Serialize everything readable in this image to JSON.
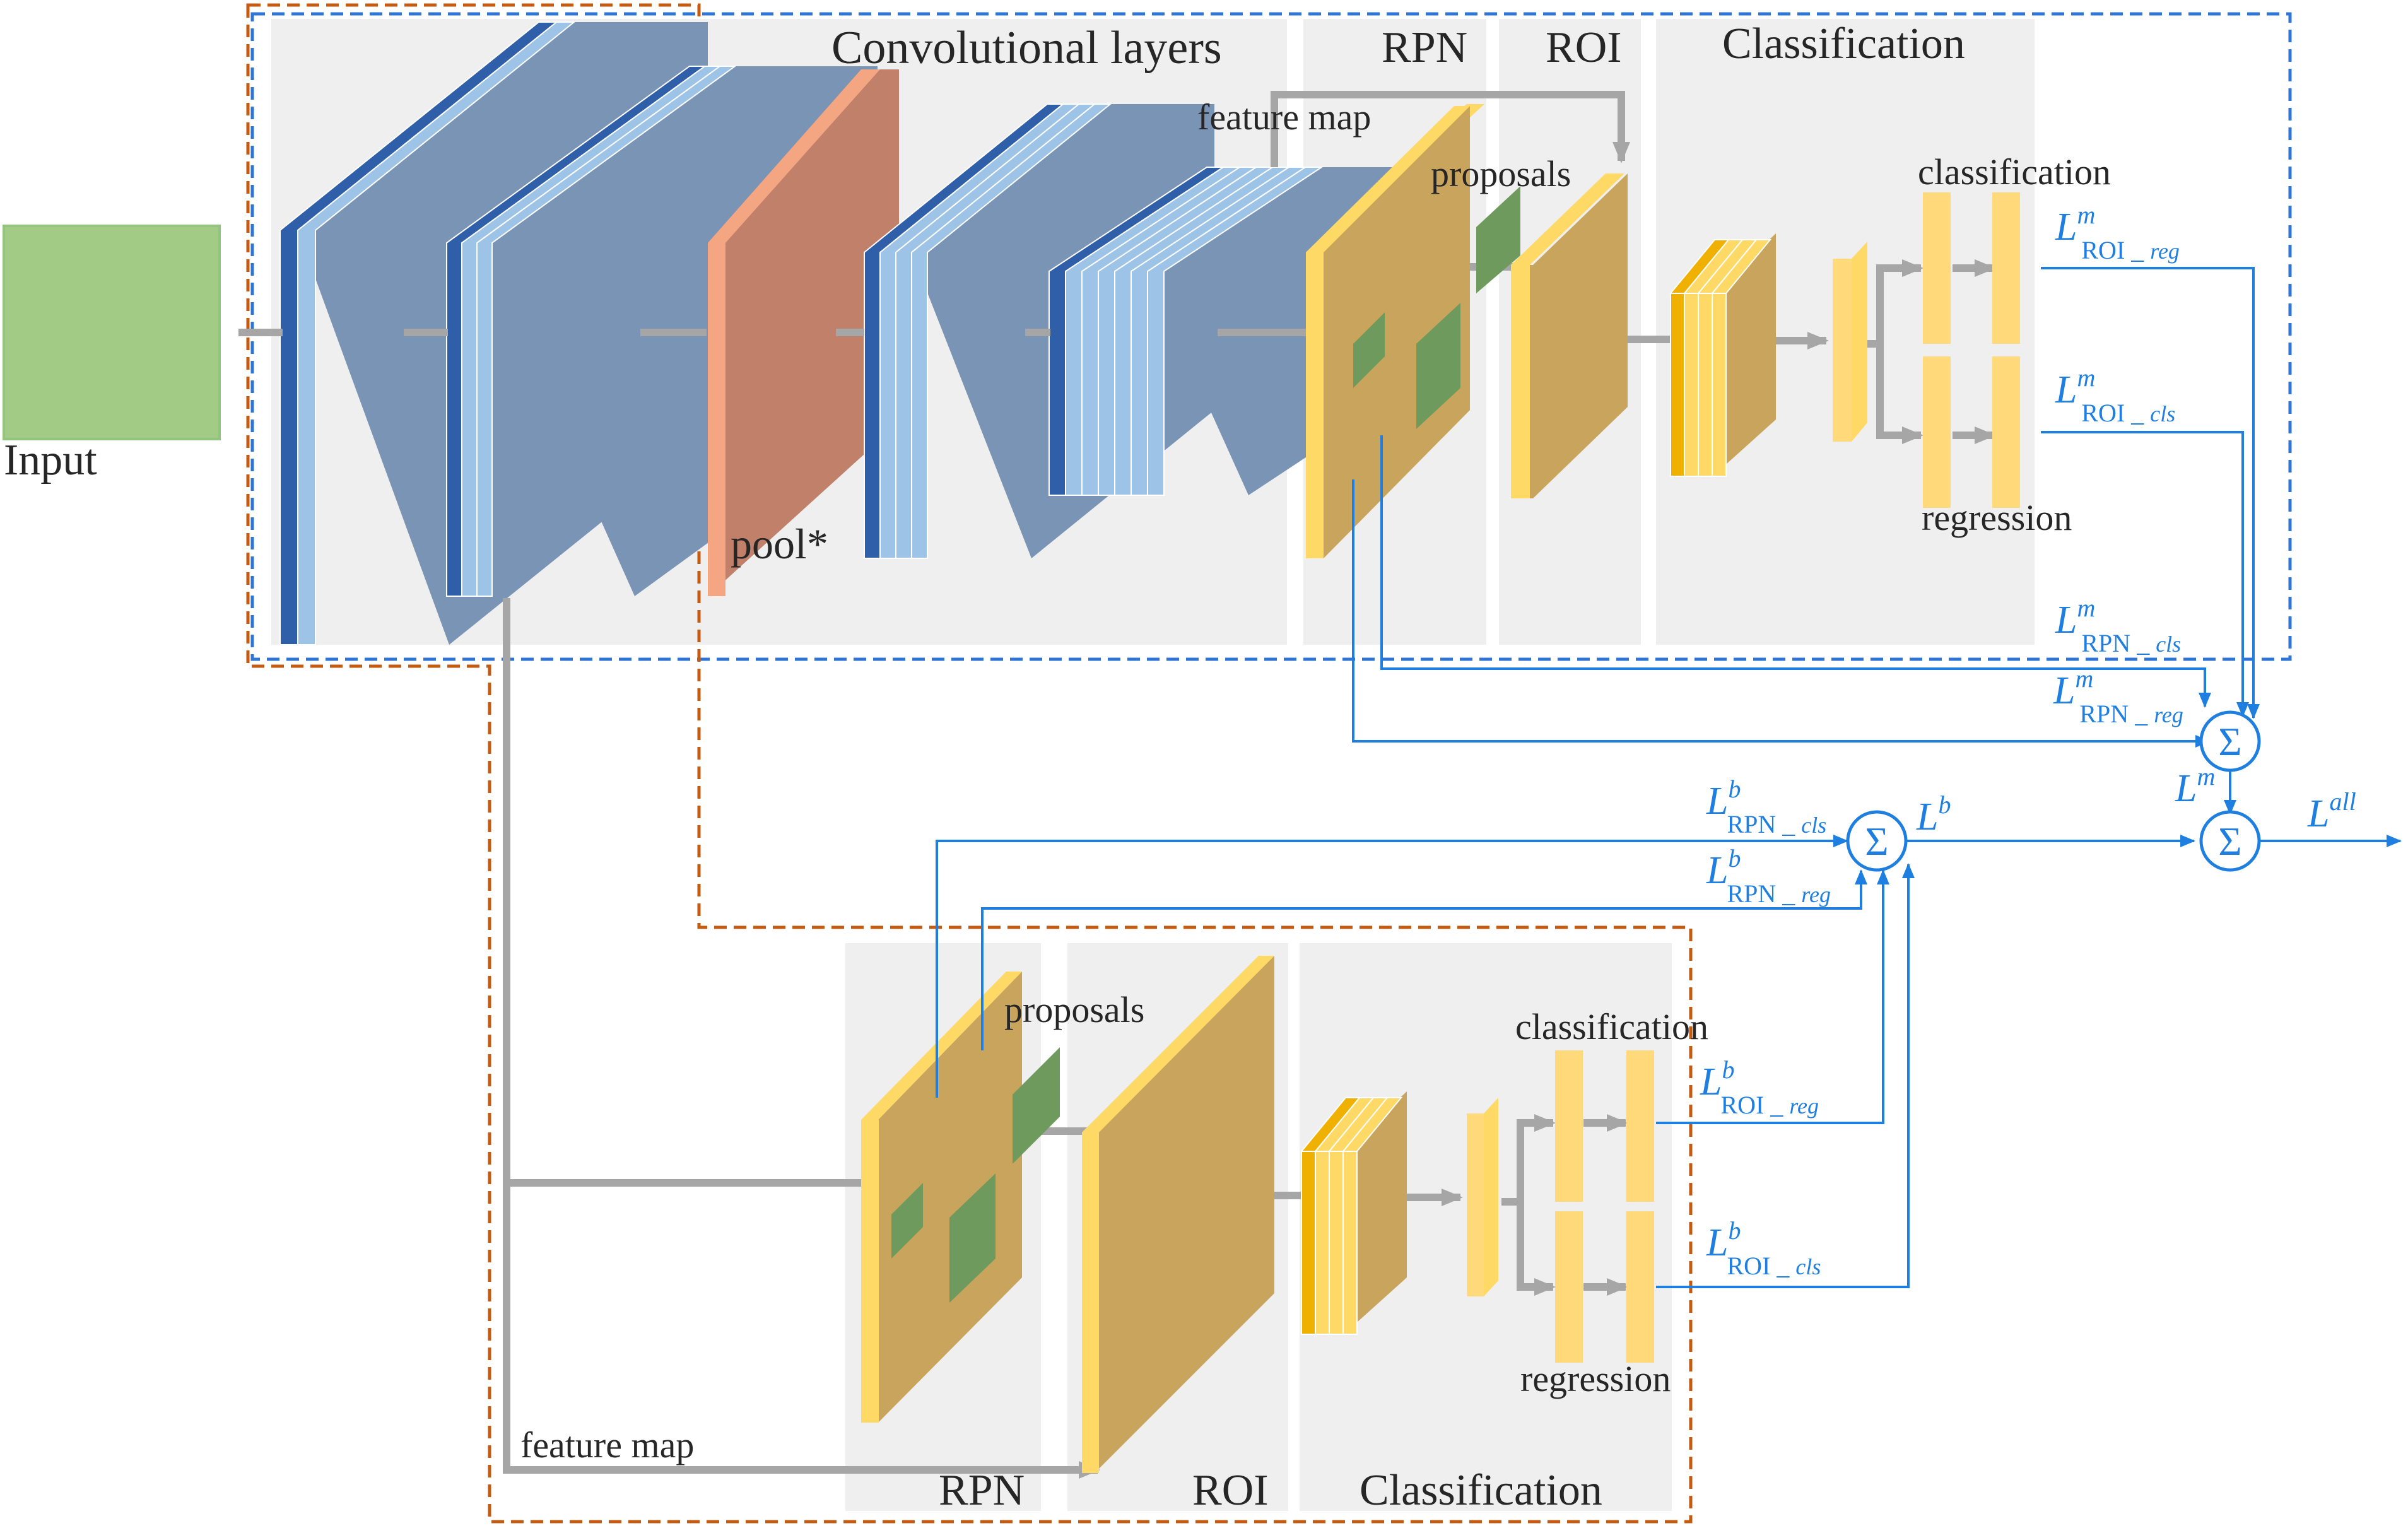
{
  "colors": {
    "panel": "#efefef",
    "blue_layer_front": "#7a94b6",
    "blue_layer_edge": "#4472c4",
    "blue_layer_light": "#9dc3e6",
    "pool_layer": "#c0806a",
    "pool_edge": "#f4a582",
    "tan_layer": "#c9a45c",
    "tan_edge": "#ffd966",
    "tan_dark_edge": "#f0b000",
    "proposal_green": "#6e9b5d",
    "input_green": "#93c47d",
    "gray_arrow": "#a6a6a6",
    "loss_blue": "#1f7fe0",
    "orange_dash": "#c55a11",
    "blue_dash": "#2e75d6"
  },
  "labels": {
    "input": "Input",
    "convolutional_layers": "Convolutional layers",
    "pool": "pool*",
    "main_rpn": "RPN",
    "main_roi": "ROI",
    "main_classification": "Classification",
    "main_feature_map": "feature map",
    "main_proposals": "proposals",
    "main_cls_head": "classification",
    "main_reg_head": "regression",
    "branch_rpn": "RPN",
    "branch_roi": "ROI",
    "branch_classification": "Classification",
    "branch_feature_map": "feature map",
    "branch_proposals": "proposals",
    "branch_cls_head": "classification",
    "branch_reg_head": "regression"
  },
  "losses": {
    "main_roi_reg": {
      "base": "L",
      "sup": "m",
      "sub": "ROI",
      "subsub": "reg"
    },
    "main_roi_cls": {
      "base": "L",
      "sup": "m",
      "sub": "ROI",
      "subsub": "cls"
    },
    "main_rpn_cls": {
      "base": "L",
      "sup": "m",
      "sub": "RPN",
      "subsub": "cls"
    },
    "main_rpn_reg": {
      "base": "L",
      "sup": "m",
      "sub": "RPN",
      "subsub": "reg"
    },
    "main_total": {
      "base": "L",
      "sup": "m"
    },
    "branch_rpn_cls": {
      "base": "L",
      "sup": "b",
      "sub": "RPN",
      "subsub": "cls"
    },
    "branch_rpn_reg": {
      "base": "L",
      "sup": "b",
      "sub": "RPN",
      "subsub": "reg"
    },
    "branch_roi_reg": {
      "base": "L",
      "sup": "b",
      "sub": "ROI",
      "subsub": "reg"
    },
    "branch_roi_cls": {
      "base": "L",
      "sup": "b",
      "sub": "ROI",
      "subsub": "cls"
    },
    "branch_total": {
      "base": "L",
      "sup": "b"
    },
    "all_total": {
      "base": "L",
      "sup": "all"
    },
    "sum_symbol": "Σ",
    "sub_separator": " _ "
  }
}
